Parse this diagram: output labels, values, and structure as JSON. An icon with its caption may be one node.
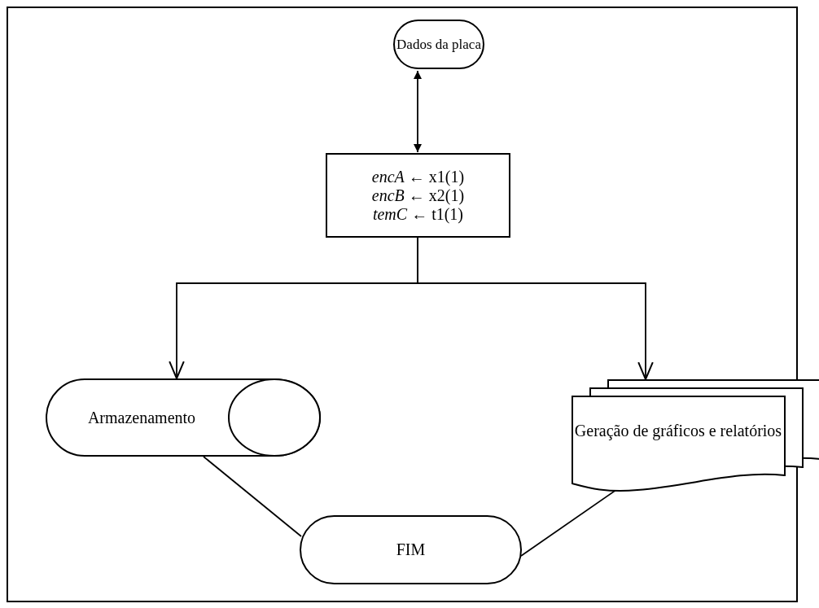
{
  "diagram": {
    "nodes": [
      {
        "text": [
          "Dados da placa"
        ]
      },
      {
        "text": [
          "*encA* ← x1(1)",
          "*encB* ← x2(1)",
          "*temC* ← t1(1)"
        ]
      },
      {
        "text": [
          "Armazenamento"
        ]
      },
      {
        "text": [
          "Geração de gráficos e relatórios"
        ]
      },
      {
        "text": [
          "FIM"
        ]
      }
    ],
    "edges": [
      {
        "from": 0,
        "to": 1,
        "arrow": "both"
      },
      {
        "from": 1,
        "to": 2,
        "arrow": "to"
      },
      {
        "from": 1,
        "to": 3,
        "arrow": "to"
      },
      {
        "from": 2,
        "to": 4,
        "arrow": "none"
      },
      {
        "from": 3,
        "to": 4,
        "arrow": "none"
      }
    ]
  }
}
